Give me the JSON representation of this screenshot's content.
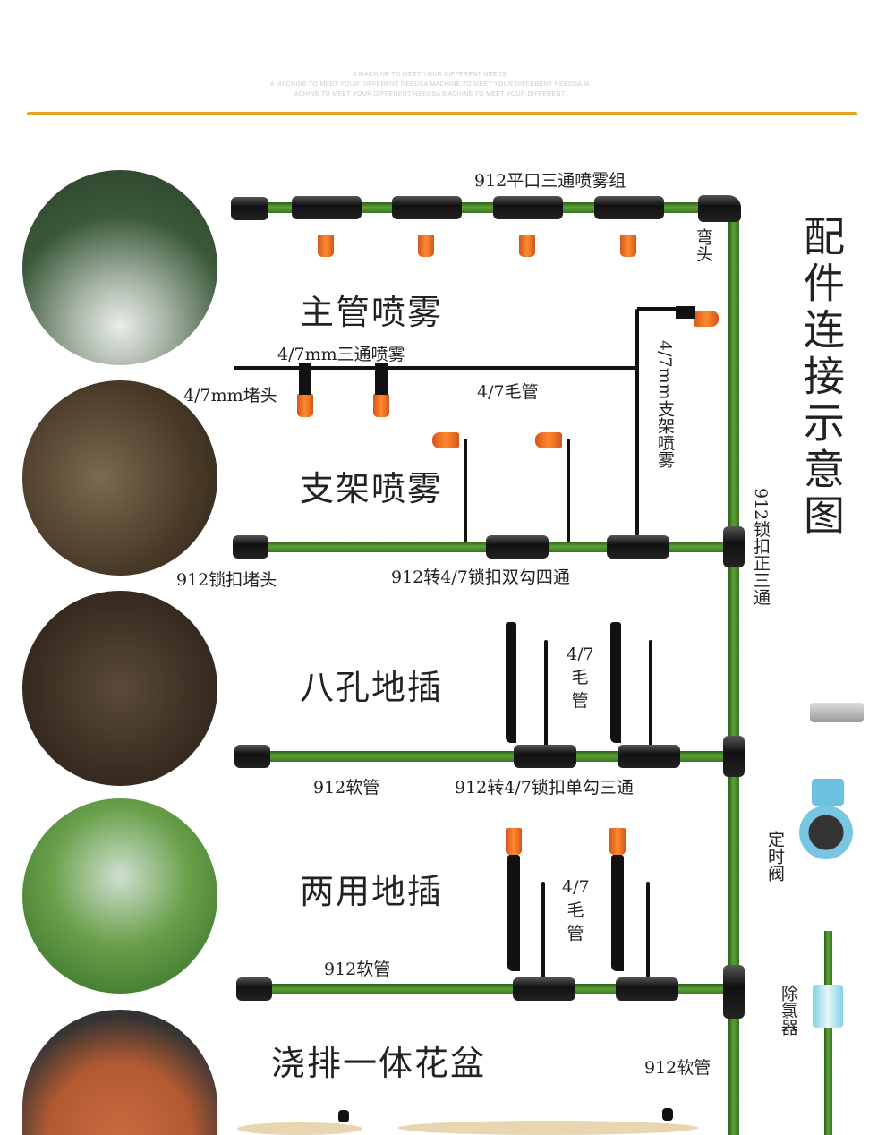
{
  "header": {
    "subtitle_lines": [
      "A MACHINE TO MEET YOUR DIFFERENT NEEDS",
      "A MACHINE TO MEET YOUR DIFFERENT NEEDSA MACHINE TO MEET YOUR DIFFERENT NEEDSA M",
      "ACHINE TO MEET YOUR DIFFERENT NEEDSA MACHINE TO MEET YOUR DIFFERENT"
    ],
    "accent_color": "#e3a623"
  },
  "title": "配件连接示意图",
  "sections": {
    "main_mist": {
      "name": "主管喷雾",
      "tee_group": "912平口三通喷雾组",
      "elbow": "弯头"
    },
    "branch": {
      "tee": "4/7mm三通喷雾",
      "plug": "4/7mm堵头",
      "capillary": "4/7毛管",
      "stand_sprayer": "4/7mm支架喷雾"
    },
    "stand_mist": {
      "name": "支架喷雾",
      "lock_plug": "912锁扣堵头",
      "four_way": "912转4/7锁扣双勾四通",
      "main_tee": "912锁扣正三通"
    },
    "eight_hole": {
      "name": "八孔地插",
      "capillary": "4/7毛管",
      "hose": "912软管",
      "single_tee": "912转4/7锁扣单勾三通"
    },
    "dual_use": {
      "name": "两用地插",
      "capillary": "4/7毛管",
      "hose": "912软管"
    },
    "pot": {
      "name": "浇排一体花盆",
      "hose": "912软管"
    },
    "faucet": {
      "timer": "定时阀",
      "dechlorinator": "除氯器"
    }
  },
  "colors": {
    "pipe": "#4a8a2a",
    "nozzle": "#f07a25",
    "fitting": "#1a1a1a"
  }
}
